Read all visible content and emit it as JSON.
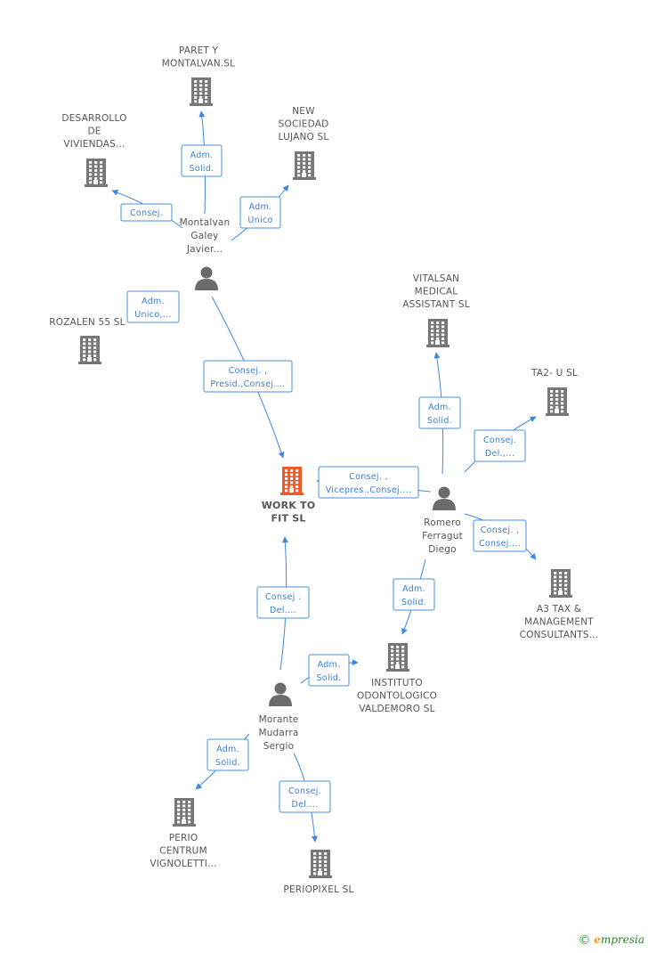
{
  "colors": {
    "edge": "#3f87dc",
    "company": "#777777",
    "focus_company": "#ef5a2a",
    "person": "#6b6b6b",
    "box_border": "#4a8fdc",
    "box_text": "#3a7fcf"
  },
  "footer": {
    "copyright": "©",
    "brand_initial": "e",
    "brand_rest": "mpresia"
  },
  "nodes": {
    "paret": {
      "kind": "company",
      "lines": [
        "PARET Y",
        "MONTALVAN.SL"
      ]
    },
    "desarrollo": {
      "kind": "company",
      "lines": [
        "DESARROLLO",
        "DE",
        "VIVIENDAS..."
      ]
    },
    "new_sociedad": {
      "kind": "company",
      "lines": [
        "NEW",
        "SOCIEDAD",
        "LUJANO SL"
      ]
    },
    "rozalen": {
      "kind": "company",
      "lines": [
        "ROZALEN 55 SL"
      ]
    },
    "montalvan": {
      "kind": "person",
      "lines": [
        "Montalvan",
        "Galey",
        "Javier..."
      ]
    },
    "vitalsan": {
      "kind": "company",
      "lines": [
        "VITALSAN",
        "MEDICAL",
        "ASSISTANT SL"
      ]
    },
    "ta2": {
      "kind": "company",
      "lines": [
        "TA2- U SL"
      ]
    },
    "work_to_fit": {
      "kind": "focus",
      "lines": [
        "WORK TO",
        "FIT SL"
      ]
    },
    "romero": {
      "kind": "person",
      "lines": [
        "Romero",
        "Ferragut",
        "Diego"
      ]
    },
    "a3tax": {
      "kind": "company",
      "lines": [
        "A3 TAX &",
        "MANAGEMENT",
        "CONSULTANTS..."
      ]
    },
    "instituto": {
      "kind": "company",
      "lines": [
        "INSTITUTO",
        "ODONTOLOGICO",
        "VALDEMORO SL"
      ]
    },
    "morante": {
      "kind": "person",
      "lines": [
        "Morante",
        "Mudarra",
        "Sergio"
      ]
    },
    "perio_centrum": {
      "kind": "company",
      "lines": [
        "PERIO",
        "CENTRUM",
        "VIGNOLETTI..."
      ]
    },
    "periopixel": {
      "kind": "company",
      "lines": [
        "PERIOPIXEL SL"
      ]
    }
  },
  "relations": {
    "r_paret": [
      "Adm.",
      "Solid."
    ],
    "r_desarrollo": [
      "Consej."
    ],
    "r_new": [
      "Adm.",
      "Unico"
    ],
    "r_rozalen": [
      "Adm.",
      "Unico,..."
    ],
    "r_montalvan_wtf": [
      "Consej. ,",
      "Presid.,Consej...."
    ],
    "r_vitalsan": [
      "Adm.",
      "Solid."
    ],
    "r_ta2": [
      "Consej.",
      "Del.,..."
    ],
    "r_romero_wtf": [
      "Consej. ,",
      "Vicepres.,Consej...."
    ],
    "r_a3": [
      "Consej. ,",
      "Consej...."
    ],
    "r_instituto_romero": [
      "Adm.",
      "Solid."
    ],
    "r_morante_wtf": [
      "Consej .",
      "Del...."
    ],
    "r_instituto_morante": [
      "Adm.",
      "Solid."
    ],
    "r_perio": [
      "Adm.",
      "Solid."
    ],
    "r_periopixel": [
      "Consej.",
      "Del...."
    ]
  }
}
